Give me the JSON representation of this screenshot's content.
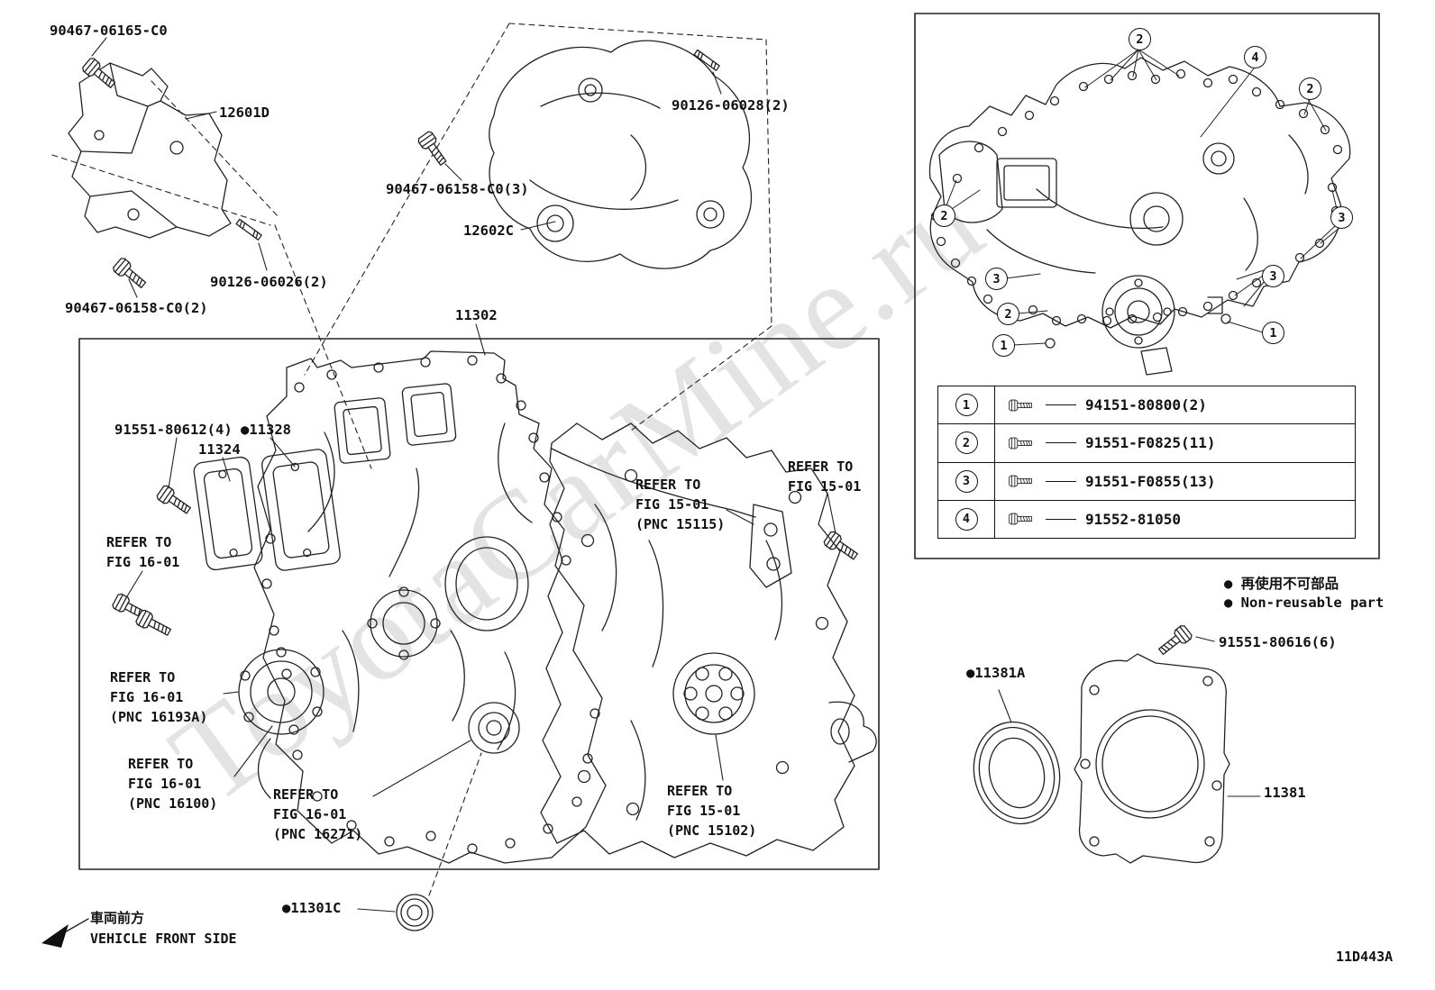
{
  "page": {
    "watermark": "ToyotaCarMine.ru",
    "drawing_code": "11D443A"
  },
  "front": {
    "jp": "車両前方",
    "en": "VEHICLE FRONT SIDE"
  },
  "legend": {
    "jp": "● 再使用不可部品",
    "en": "● Non-reusable part"
  },
  "labels": {
    "l_90467_06165": "90467-06165-C0",
    "l_12601d": "12601D",
    "l_90126_06028": "90126-06028(2)",
    "l_90467_06158_3": "90467-06158-C0(3)",
    "l_12602c": "12602C",
    "l_90126_06026": "90126-06026(2)",
    "l_90467_06158_2": "90467-06158-C0(2)",
    "l_11302": "11302",
    "l_91551_80612": "91551-80612(4)",
    "l_11328": "●11328",
    "l_11324": "11324",
    "l_11301c": "●11301C",
    "l_91551_80616": "91551-80616(6)",
    "l_11381a": "●11381A",
    "l_11381": "11381"
  },
  "refer": {
    "r1": [
      "REFER TO",
      "FIG 16-01"
    ],
    "r2": [
      "REFER TO",
      "FIG 15-01",
      "(PNC 15115)"
    ],
    "r3": [
      "REFER TO",
      "FIG 15-01"
    ],
    "r4": [
      "REFER TO",
      "FIG 16-01",
      "(PNC 16193A)"
    ],
    "r5": [
      "REFER TO",
      "FIG 16-01",
      "(PNC 16100)"
    ],
    "r6": [
      "REFER TO",
      "FIG 16-01",
      "(PNC 16271)"
    ],
    "r7": [
      "REFER TO",
      "FIG 15-01",
      "(PNC 15102)"
    ]
  },
  "callouts": [
    {
      "n": "2"
    },
    {
      "n": "4"
    },
    {
      "n": "2"
    },
    {
      "n": "2"
    },
    {
      "n": "3"
    },
    {
      "n": "3"
    },
    {
      "n": "2"
    },
    {
      "n": "3"
    },
    {
      "n": "1"
    },
    {
      "n": "1"
    }
  ],
  "fastener_table": {
    "rows": [
      {
        "num": "1",
        "part": "94151-80800(2)"
      },
      {
        "num": "2",
        "part": "91551-F0825(11)"
      },
      {
        "num": "3",
        "part": "91551-F0855(13)"
      },
      {
        "num": "4",
        "part": "91552-81050"
      }
    ]
  }
}
